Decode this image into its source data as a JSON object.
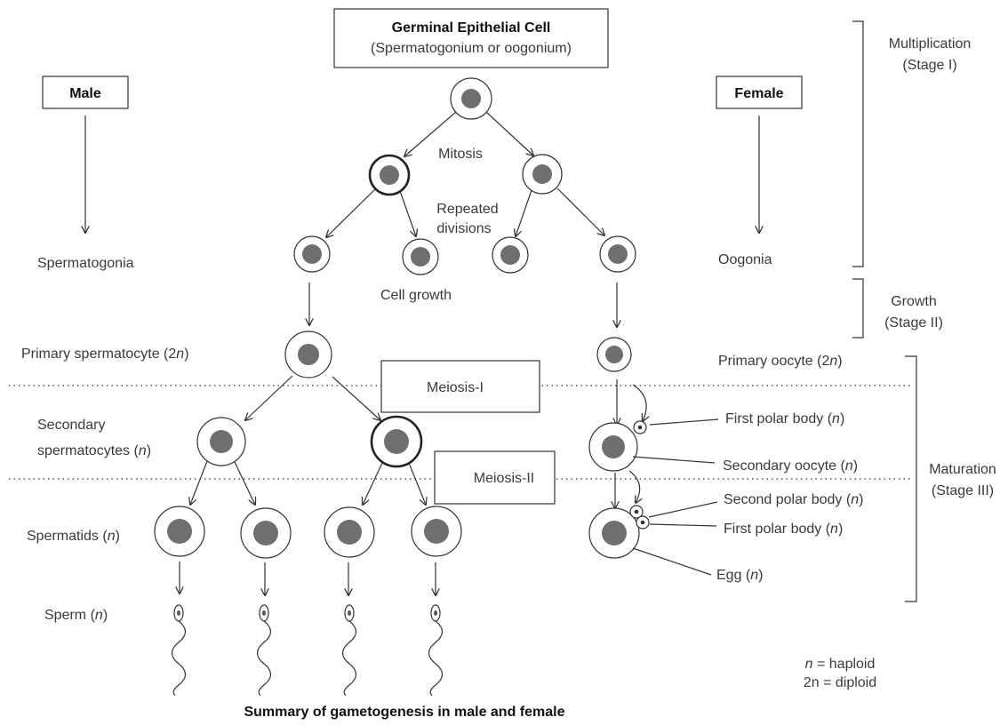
{
  "header": {
    "title": "Germinal Epithelial Cell",
    "subtitle": "(Spermatogonium or oogonium)"
  },
  "sides": {
    "male": "Male",
    "female": "Female"
  },
  "process_labels": {
    "mitosis": "Mitosis",
    "repeated_1": "Repeated",
    "repeated_2": "divisions",
    "cell_growth": "Cell growth",
    "meiosis_1": "Meiosis-I",
    "meiosis_2": "Meiosis-II"
  },
  "male_stages": {
    "spermatogonia": "Spermatogonia",
    "primary": "Primary spermatocyte (",
    "primary_ploidy": "2n",
    "secondary_1": "Secondary",
    "secondary_2": "spermatocytes (",
    "secondary_ploidy": "n",
    "spermatids": "Spermatids (",
    "spermatids_ploidy": "n",
    "sperm": "Sperm (",
    "sperm_ploidy": "n",
    "close": ")"
  },
  "female_stages": {
    "oogonia": "Oogonia",
    "primary": "Primary oocyte (",
    "primary_ploidy": "2n",
    "first_polar": "First polar body (",
    "secondary": "Secondary oocyte (",
    "second_polar": "Second polar  body (",
    "first_polar_2": "First polar body (",
    "egg": "Egg (",
    "ploidy_n": "n",
    "close": ")"
  },
  "phases": {
    "multiplication": "Multiplication",
    "multiplication_stage": "(Stage I)",
    "growth": "Growth",
    "growth_stage": "(Stage II)",
    "maturation": "Maturation",
    "maturation_stage": "(Stage III)"
  },
  "legend": {
    "haploid_sym": "n",
    "haploid": " = haploid",
    "diploid_sym": "2n",
    "diploid": " = diploid"
  },
  "caption": "Summary of gametogenesis in male and female",
  "colors": {
    "nucleus": "#6f6f6f",
    "line": "#333333"
  }
}
